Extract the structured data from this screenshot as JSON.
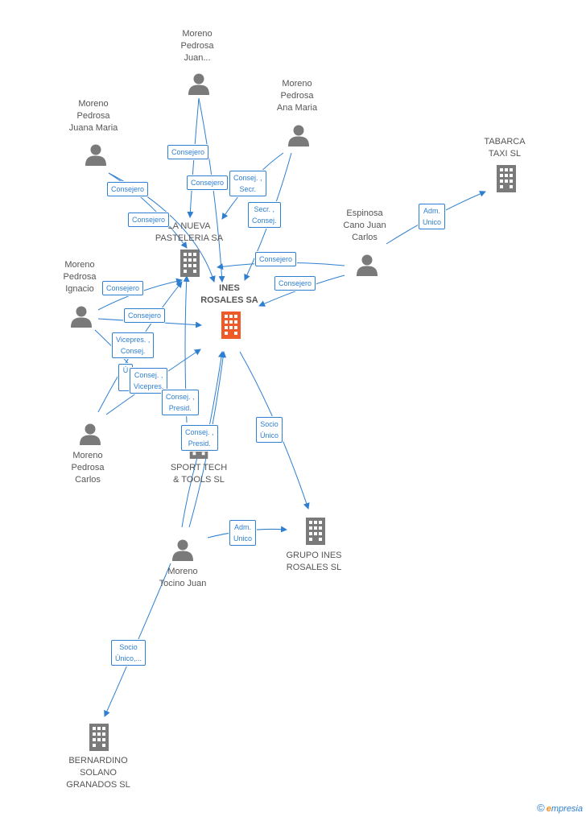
{
  "colors": {
    "edge": "#2f7fd1",
    "node": "#7a7a7a",
    "main_node": "#f05a28"
  },
  "nodes": {
    "moreno_pedrosa_juan": {
      "label": "Moreno\nPedrosa\nJuan...",
      "icon": "person-icon"
    },
    "moreno_pedrosa_ana_maria": {
      "label": "Moreno\nPedrosa\nAna Maria",
      "icon": "person-icon"
    },
    "moreno_pedrosa_juana_maria": {
      "label": "Moreno\nPedrosa\nJuana Maria",
      "icon": "person-icon"
    },
    "tabarca_taxi": {
      "label": "TABARCA\nTAXI  SL",
      "icon": "building-icon"
    },
    "la_nueva_pasteleria": {
      "label": "LA NUEVA\nPASTELERIA SA",
      "icon": "building-icon"
    },
    "espinosa_cano": {
      "label": "Espinosa\nCano Juan\nCarlos",
      "icon": "person-icon"
    },
    "moreno_pedrosa_ignacio": {
      "label": "Moreno\nPedrosa\nIgnacio",
      "icon": "person-icon"
    },
    "ines_rosales_sa": {
      "label": "INES\nROSALES SA",
      "icon": "building-icon"
    },
    "moreno_pedrosa_carlos": {
      "label": "Moreno\nPedrosa\nCarlos",
      "icon": "person-icon"
    },
    "sport_tech": {
      "label": "SPORT TECH\n& TOOLS SL",
      "icon": "building-icon"
    },
    "grupo_ines_rosales": {
      "label": "GRUPO INES\nROSALES  SL",
      "icon": "building-icon"
    },
    "moreno_tocino_juan": {
      "label": "Moreno\nTocino Juan",
      "icon": "person-icon"
    },
    "bernardino_solano": {
      "label": "BERNARDINO\nSOLANO\nGRANADOS SL",
      "icon": "building-icon"
    }
  },
  "edges": {
    "e1": "Consejero",
    "e2": "Consejero",
    "e3": "Consej. ,\nSecr.",
    "e4": "Consejero",
    "e5": "Consejero",
    "e6": "Secr. ,\nConsej.",
    "e7": "Adm.\nUnico",
    "e8": "Consejero",
    "e9": "Consejero",
    "e10": "Consejero",
    "e11": "Consejero",
    "e12": "Vicepres. ,\nConsej.",
    "e13": "Ú",
    "e14": "Consej. ,\nVicepres.",
    "e15": "Consej. ,\nPresid.",
    "e16": "Socio\nÚnico",
    "e17": "Consej. ,\nPresid.",
    "e18": "Adm.\nUnico",
    "e19": "Socio\nÚnico,..."
  },
  "brand": {
    "symbol": "©",
    "initial": "e",
    "rest": "mpresia"
  }
}
